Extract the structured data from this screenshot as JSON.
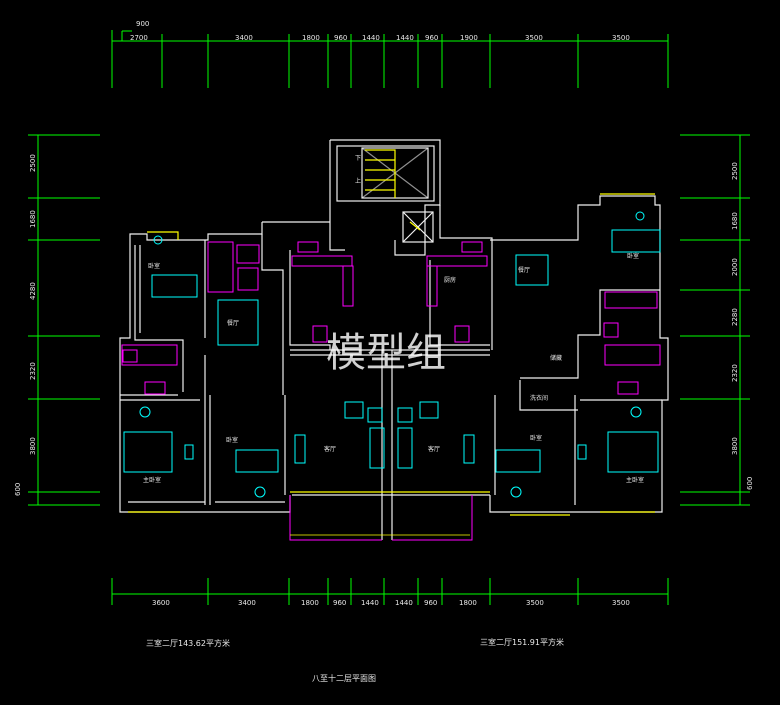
{
  "dimensions": {
    "top_offset": "900",
    "top": [
      "2700",
      "3400",
      "1800",
      "960",
      "1440",
      "1440",
      "960",
      "1900",
      "3500",
      "3500"
    ],
    "bottom": [
      "3600",
      "3400",
      "1800",
      "960",
      "1440",
      "1440",
      "960",
      "1800",
      "3500",
      "3500"
    ],
    "left": [
      "2500",
      "1680",
      "4280",
      "2320",
      "3800",
      "600"
    ],
    "right": [
      "2500",
      "1680",
      "2000",
      "2280",
      "2320",
      "3800",
      "600"
    ]
  },
  "rooms": {
    "bedroom_nw": "卧室",
    "dining_w": "餐厅",
    "master_w": "主卧室",
    "bedroom_w2": "卧室",
    "living_w": "客厅",
    "living_e": "客厅",
    "kitchen_e": "厨房",
    "dining_e": "餐厅",
    "bedroom_ne": "卧室",
    "storage_e": "储藏",
    "laundry_e": "洗衣间",
    "bedroom_e2": "卧室",
    "master_e": "主卧室",
    "stair_down": "下",
    "stair_up": "上"
  },
  "captions": {
    "area_left": "三室二厅143.62平方米",
    "area_right": "三室二厅151.91平方米",
    "title": "八至十二层平面图"
  },
  "watermark": "模型组"
}
